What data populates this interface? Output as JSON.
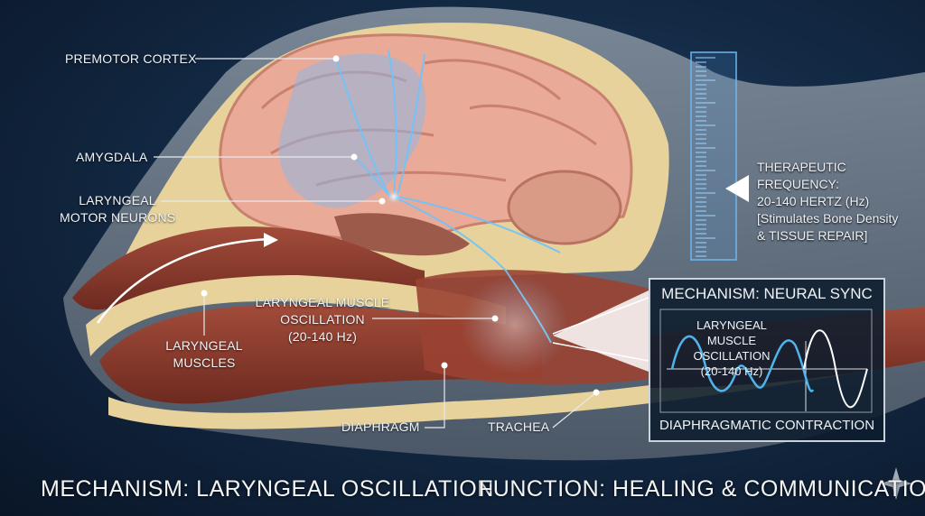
{
  "labels": {
    "premotor_cortex": "PREMOTOR CORTEX",
    "amygdala": "AMYGDALA",
    "laryngeal_motor_neurons": [
      "LARYNGEAL",
      "MOTOR NEURONS"
    ],
    "laryngeal_muscle_oscillation": [
      "LARYNGEAL MUSCLE",
      "OSCILLATION",
      "(20-140 Hz)"
    ],
    "laryngeal_muscles": [
      "LARYNGEAL",
      "MUSCLES"
    ],
    "diaphragm": "DIAPHRAGM",
    "trachea": "TRACHEA"
  },
  "therapeutic": {
    "lines": [
      "THERAPEUTIC",
      "FREQUENCY:",
      "20-140 HERTZ (Hz)",
      "[Stimulates Bone Density",
      "& TISSUE REPAIR]"
    ]
  },
  "inset": {
    "title": "MECHANISM: NEURAL SYNC",
    "wave_label": [
      "LARYNGEAL MUSCLE",
      "OSCILLATION",
      "(20-140 Hz)"
    ],
    "footer": "DIAPHRAGMATIC CONTRACTION"
  },
  "footer": {
    "mechanism": "MECHANISM: LARYNGEAL OSCILLATION",
    "function": "FUNCTION: HEALING & COMMUNICATION"
  },
  "colors": {
    "background": "#132a45",
    "neural_blue": "#5ab8f0",
    "brain_pink": "#e9aa98",
    "muscle_brown": "#8a3a2c",
    "bone_cream": "#e6d29a"
  }
}
